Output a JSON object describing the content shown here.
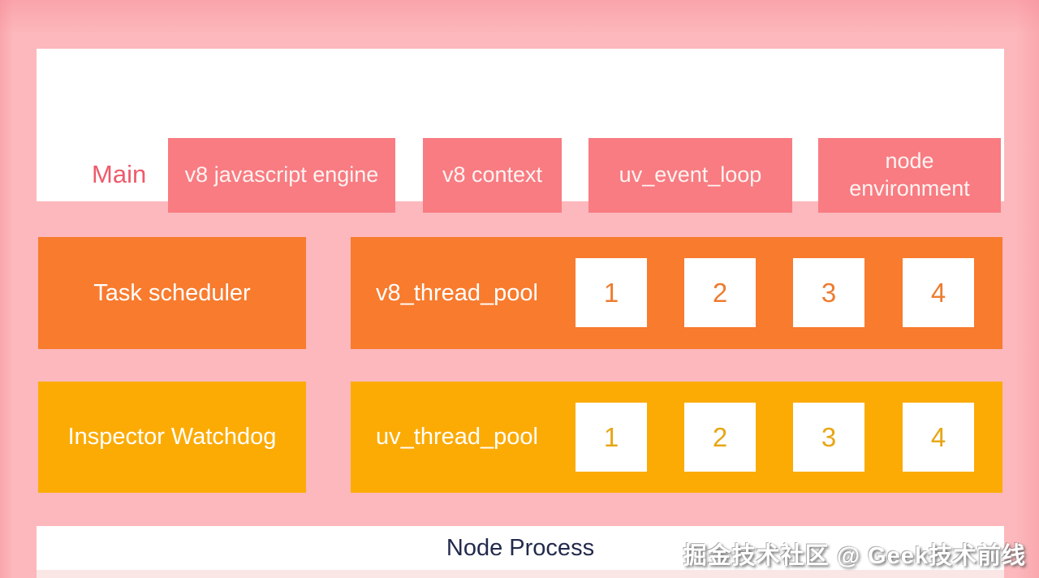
{
  "colors": {
    "background": "#fcb8bc",
    "panel": "#ffffff",
    "salmon": "#f87c82",
    "main_label": "#ee5b6b",
    "orange": "#f87b2e",
    "orange_number": "#ed7c30",
    "yellow": "#fcab05",
    "yellow_number": "#e7a614",
    "footer_text": "#222a4c",
    "bottom_strip": "#fae7e5"
  },
  "main_panel": {
    "label": "Main",
    "boxes": [
      {
        "label": "v8 javascript engine"
      },
      {
        "label": "v8 context"
      },
      {
        "label": "uv_event_loop"
      },
      {
        "label": "node environment"
      }
    ]
  },
  "thread_rows": [
    {
      "left_box_label": "Task scheduler",
      "pool_label": "v8_thread_pool",
      "threads": [
        "1",
        "2",
        "3",
        "4"
      ],
      "color": "#f87b2e"
    },
    {
      "left_box_label": "Inspector Watchdog",
      "pool_label": "uv_thread_pool",
      "threads": [
        "1",
        "2",
        "3",
        "4"
      ],
      "color": "#fcab05"
    }
  ],
  "footer": {
    "label": "Node Process"
  },
  "watermark": {
    "text": "掘金技术社区 @ Geek技术前线"
  }
}
